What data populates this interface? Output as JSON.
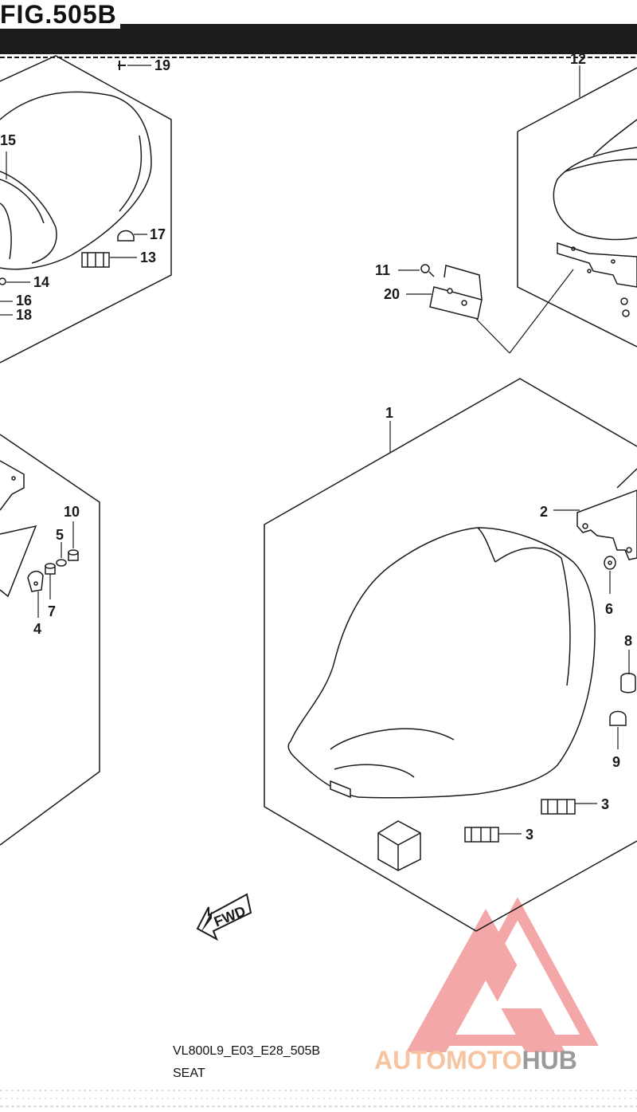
{
  "figure": {
    "title": "FIG.505B"
  },
  "footer": {
    "model_code": "VL800L9_E03_E28_505B",
    "section_name": "SEAT"
  },
  "watermark": {
    "part_a": "AUTOMOTO",
    "part_b": "HUB",
    "color_a": "#f6c4a0",
    "color_b": "#9a9a9a",
    "logo_color": "#f08a8a"
  },
  "direction_arrow": {
    "label": "FWD"
  },
  "callouts": {
    "c1": "1",
    "c2": "2",
    "c3a": "3",
    "c3b": "3",
    "c4": "4",
    "c5": "5",
    "c6": "6",
    "c7": "7",
    "c8": "8",
    "c9": "9",
    "c10": "10",
    "c11": "11",
    "c12": "12",
    "c13": "13",
    "c14": "14",
    "c15": "15",
    "c16": "16",
    "c17": "17",
    "c18": "18",
    "c19": "19",
    "c20": "20"
  }
}
